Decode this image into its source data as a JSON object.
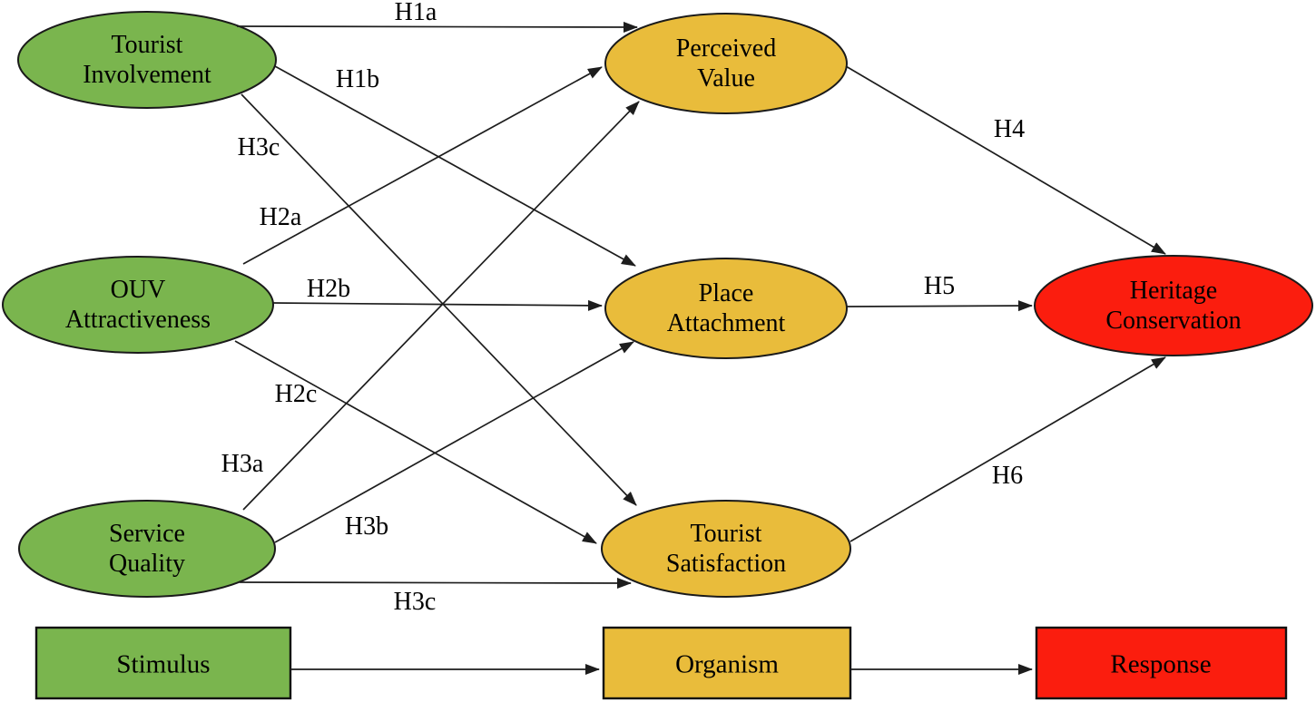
{
  "colors": {
    "stimulus_green": "#7ab54e",
    "organism_yellow": "#e9bc3b",
    "response_red": "#fb1d0e",
    "arrow_black": "#1d1d1d"
  },
  "nodes": {
    "tourist_involvement": {
      "label": "Tourist\nInvolvement",
      "shape": "ellipse",
      "color_group": "stimulus"
    },
    "ouv_attractiveness": {
      "label": "OUV\nAttractiveness",
      "shape": "ellipse",
      "color_group": "stimulus"
    },
    "service_quality": {
      "label": "Service\nQuality",
      "shape": "ellipse",
      "color_group": "stimulus"
    },
    "perceived_value": {
      "label": "Perceived\nValue",
      "shape": "ellipse",
      "color_group": "organism"
    },
    "place_attachment": {
      "label": "Place\nAttachment",
      "shape": "ellipse",
      "color_group": "organism"
    },
    "tourist_satisfaction": {
      "label": "Tourist\nSatisfaction",
      "shape": "ellipse",
      "color_group": "organism"
    },
    "heritage_conservation": {
      "label": "Heritage\nConservation",
      "shape": "ellipse",
      "color_group": "response"
    },
    "stimulus": {
      "label": "Stimulus",
      "shape": "rect",
      "color_group": "stimulus"
    },
    "organism": {
      "label": "Organism",
      "shape": "rect",
      "color_group": "organism"
    },
    "response": {
      "label": "Response",
      "shape": "rect",
      "color_group": "response"
    }
  },
  "edges": [
    {
      "label": "H1a",
      "from": "tourist_involvement",
      "to": "perceived_value"
    },
    {
      "label": "H1b",
      "from": "tourist_involvement",
      "to": "place_attachment"
    },
    {
      "label": "H3c",
      "from": "tourist_involvement",
      "to": "tourist_satisfaction"
    },
    {
      "label": "H2a",
      "from": "ouv_attractiveness",
      "to": "perceived_value"
    },
    {
      "label": "H2b",
      "from": "ouv_attractiveness",
      "to": "place_attachment"
    },
    {
      "label": "H2c",
      "from": "ouv_attractiveness",
      "to": "tourist_satisfaction"
    },
    {
      "label": "H3a",
      "from": "service_quality",
      "to": "perceived_value"
    },
    {
      "label": "H3b",
      "from": "service_quality",
      "to": "place_attachment"
    },
    {
      "label": "H3c",
      "from": "service_quality",
      "to": "tourist_satisfaction"
    },
    {
      "label": "H4",
      "from": "perceived_value",
      "to": "heritage_conservation"
    },
    {
      "label": "H5",
      "from": "place_attachment",
      "to": "heritage_conservation"
    },
    {
      "label": "H6",
      "from": "tourist_satisfaction",
      "to": "heritage_conservation"
    },
    {
      "label": "",
      "from": "stimulus",
      "to": "organism"
    },
    {
      "label": "",
      "from": "organism",
      "to": "response"
    }
  ]
}
